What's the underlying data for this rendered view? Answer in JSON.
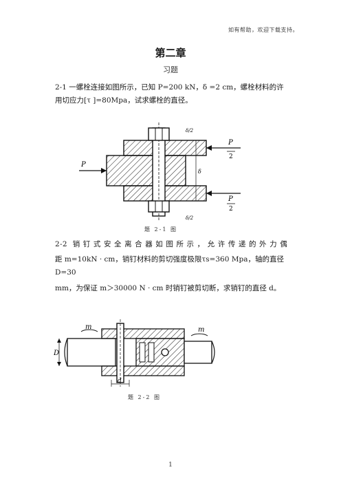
{
  "header": {
    "note": "如有帮助，欢迎下载支持。"
  },
  "chapter": {
    "title": "第二章"
  },
  "section": {
    "label": "习题"
  },
  "problem1": {
    "text": "2-1 一螺栓连接如图所示，已知 P=200 kN，δ =2 cm，螺栓材料的许用切应力[τ ]=80Mpa，试求螺栓的直径。",
    "caption": "题 2-1 图",
    "labels": {
      "p": "P",
      "p_half_top": "P",
      "p_half_bottom": "P",
      "two": "2",
      "delta": "δ",
      "delta_half": "δ/2"
    }
  },
  "problem2": {
    "line1": "2-2 销钉式安全离合器如图所示，允许传递的外力偶",
    "line2": "距 m=10kN · cm，销钉材料的剪切强度极限τs=360 Mpa，轴的直径 D=30",
    "line3": "mm，为保证 m＞30000 N · cm 时销钉被剪切断，求销钉的直径 d。",
    "caption": "题 2-2 图",
    "labels": {
      "m_left": "m",
      "m_right": "m",
      "D": "D",
      "d": "d"
    }
  },
  "footer": {
    "page_number": "1"
  }
}
